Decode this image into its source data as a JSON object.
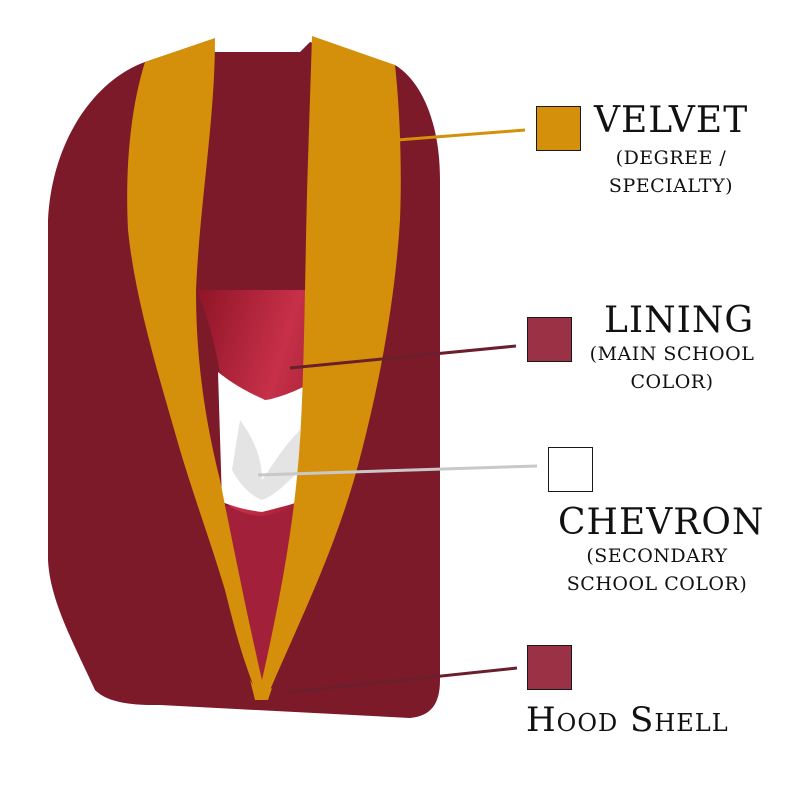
{
  "colors": {
    "velvet": "#d4900a",
    "shell": "#7c1a29",
    "shell_dark": "#5e111e",
    "lining_satin": "#b8243e",
    "lining_swatch": "#9b3144",
    "chevron": "#ffffff",
    "hood_shell_swatch": "#9b3144",
    "leader_dark": "#6b1f2c",
    "leader_light": "#c8c8c8"
  },
  "legend": {
    "velvet": {
      "title": "VELVET",
      "sub_line1": "(DEGREE /",
      "sub_line2": "SPECIALTY)"
    },
    "lining": {
      "title": "LINING",
      "sub_line1": "(MAIN SCHOOL",
      "sub_line2": "COLOR)"
    },
    "chevron": {
      "title": "CHEVRON",
      "sub_line1": "(SECONDARY",
      "sub_line2": "SCHOOL COLOR)"
    },
    "hood_shell": {
      "title": "Hood Shell"
    }
  }
}
